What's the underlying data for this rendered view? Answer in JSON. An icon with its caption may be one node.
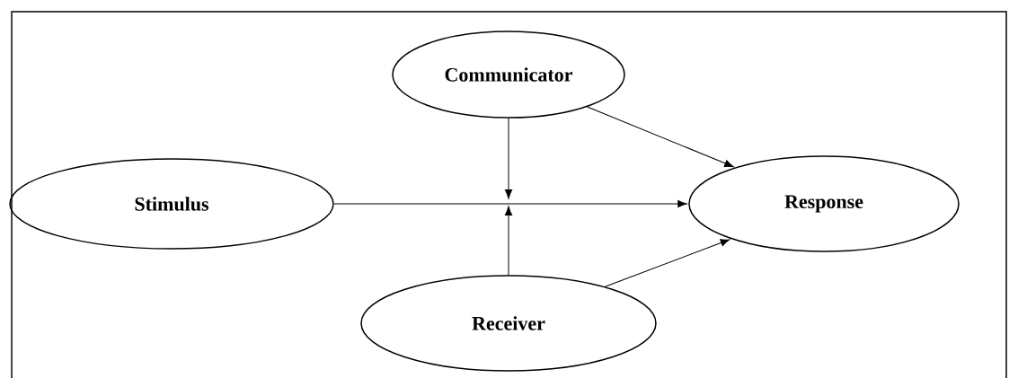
{
  "diagram": {
    "nodes": [
      {
        "text": [
          "Communicator"
        ]
      },
      {
        "text": [
          "Stimulus"
        ]
      },
      {
        "text": [
          "Response"
        ]
      },
      {
        "text": [
          "Receiver"
        ]
      }
    ],
    "edges": [
      {
        "from": 1,
        "to": 2,
        "arrow": "to"
      },
      {
        "from": 0,
        "to": null,
        "arrow": "to"
      },
      {
        "from": 3,
        "to": null,
        "arrow": "to"
      },
      {
        "from": 0,
        "to": 2,
        "arrow": "to"
      },
      {
        "from": 3,
        "to": 2,
        "arrow": "to"
      }
    ]
  }
}
